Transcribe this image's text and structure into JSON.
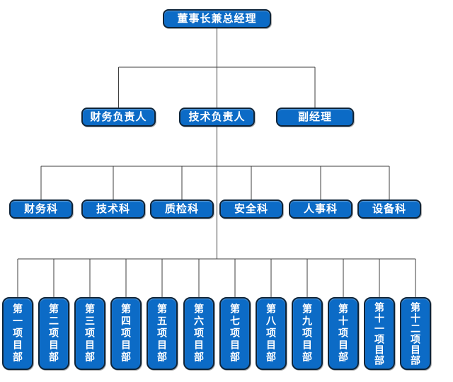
{
  "colors": {
    "background": "#ffffff",
    "node_fill": "#0c6bc6",
    "node_border": "#0e2439",
    "node_text": "#ffffff",
    "connector_line": "#3f3f3f"
  },
  "org_chart": {
    "root": {
      "label": "董事长兼总经理"
    },
    "managers": [
      {
        "label": "财务负责人"
      },
      {
        "label": "技术负责人"
      },
      {
        "label": "副经理"
      }
    ],
    "departments": [
      {
        "label": "财务科"
      },
      {
        "label": "技术科"
      },
      {
        "label": "质检科"
      },
      {
        "label": "安全科"
      },
      {
        "label": "人事科"
      },
      {
        "label": "设备科"
      }
    ],
    "projects": [
      {
        "label": "第一项目部"
      },
      {
        "label": "第二项目部"
      },
      {
        "label": "第三项目部"
      },
      {
        "label": "第四项目部"
      },
      {
        "label": "第五项目部"
      },
      {
        "label": "第六项目部"
      },
      {
        "label": "第七项目部"
      },
      {
        "label": "第八项目部"
      },
      {
        "label": "第九项目部"
      },
      {
        "label": "第十项目部"
      },
      {
        "label": "第十一项目部"
      },
      {
        "label": "第十二项目部"
      }
    ]
  }
}
